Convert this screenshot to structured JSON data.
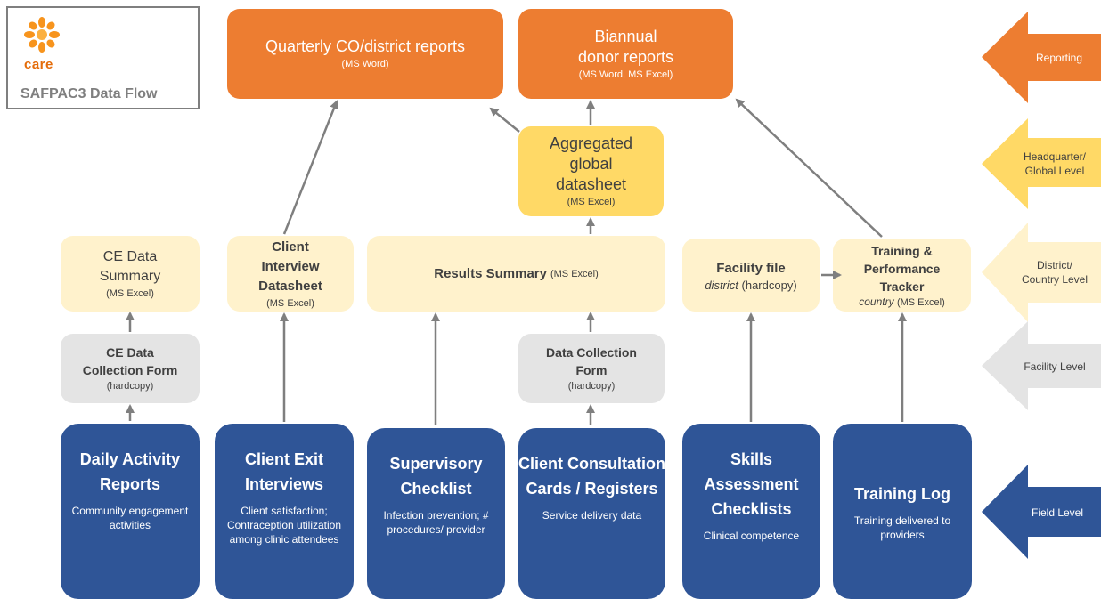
{
  "logo": {
    "brand": "care",
    "title": "SAFPAC3 Data Flow"
  },
  "reporting": {
    "quarterly": {
      "title": "Quarterly CO/district reports",
      "sub": "(MS Word)"
    },
    "biannual": {
      "title_1": "Biannual",
      "title_2": "donor reports",
      "sub": "(MS Word, MS Excel)"
    }
  },
  "global": {
    "title_1": "Aggregated",
    "title_2": "global",
    "title_3": "datasheet",
    "sub": "(MS Excel)"
  },
  "district": {
    "ce_summary": {
      "title_1": "CE Data",
      "title_2": "Summary",
      "sub": "(MS Excel)"
    },
    "client_interview": {
      "title_1": "Client",
      "title_2": "Interview",
      "title_3": "Datasheet",
      "sub": "(MS Excel)"
    },
    "results_summary": {
      "title": "Results Summary",
      "sub": "(MS Excel)"
    },
    "facility_file": {
      "title": "Facility file",
      "sub_italic": "district",
      "sub": "(hardcopy)"
    },
    "training_tracker": {
      "title_1": "Training &",
      "title_2": "Performance",
      "title_3": "Tracker",
      "sub_italic": "country",
      "sub": "(MS Excel)"
    }
  },
  "facility": {
    "ce_form": {
      "title_1": "CE Data",
      "title_2": "Collection Form",
      "sub": "(hardcopy)"
    },
    "data_form": {
      "title_1": "Data Collection",
      "title_2": "Form",
      "sub": "(hardcopy)"
    }
  },
  "field": [
    {
      "title": "Daily Activity Reports",
      "sub": "Community engagement activities"
    },
    {
      "title": "Client Exit Interviews",
      "sub": "Client satisfaction; Contraception utilization among clinic attendees"
    },
    {
      "title": "Supervisory Checklist",
      "sub": "Infection prevention; # procedures/ provider"
    },
    {
      "title": "Client Consultation Cards / Registers",
      "sub": "Service delivery data"
    },
    {
      "title": "Skills Assessment Checklists",
      "sub": "Clinical competence"
    },
    {
      "title": "Training Log",
      "sub": "Training delivered to providers"
    }
  ],
  "levels": {
    "reporting": "Reporting",
    "global_1": "Headquarter/",
    "global_2": "Global Level",
    "district_1": "District/",
    "district_2": "Country Level",
    "facility": "Facility Level",
    "field": "Field Level"
  },
  "colors": {
    "orange": "#ed7d31",
    "gold": "#ffd966",
    "cream": "#fff2cc",
    "grey": "#e4e4e4",
    "blue": "#2f5597",
    "arrow": "#7f7f7f"
  }
}
